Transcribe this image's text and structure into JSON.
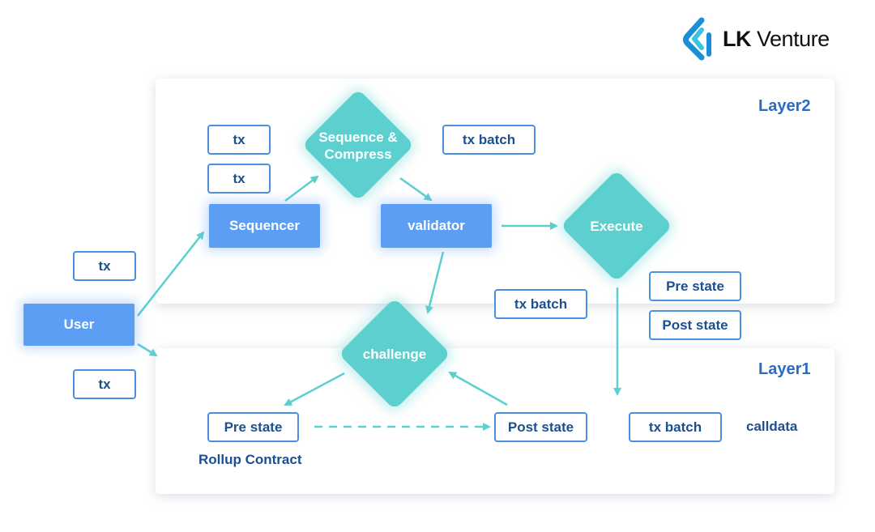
{
  "brand": {
    "name_bold": "LK",
    "name_rest": "Venture"
  },
  "layers": {
    "layer2": "Layer2",
    "layer1": "Layer1"
  },
  "nodes": {
    "user": "User",
    "sequencer": "Sequencer",
    "validator": "validator",
    "sequence_compress": "Sequence &\nCompress",
    "execute": "Execute",
    "challenge": "challenge"
  },
  "tx": {
    "a": "tx",
    "b": "tx",
    "left_top": "tx",
    "left_bottom": "tx"
  },
  "layer2_items": {
    "tx_batch_top": "tx batch",
    "tx_batch_mid": "tx batch",
    "pre_state": "Pre state",
    "post_state": "Post state"
  },
  "layer1_items": {
    "pre_state": "Pre state",
    "post_state": "Post state",
    "tx_batch": "tx batch",
    "calldata": "calldata",
    "rollup_contract": "Rollup Contract"
  },
  "colors": {
    "blue_node": "#5b9ef3",
    "teal_diamond": "#5ccfcf",
    "box_border": "#4a90e2",
    "text_dark_blue": "#1d4f8f",
    "layer_title": "#2a6cc4"
  }
}
